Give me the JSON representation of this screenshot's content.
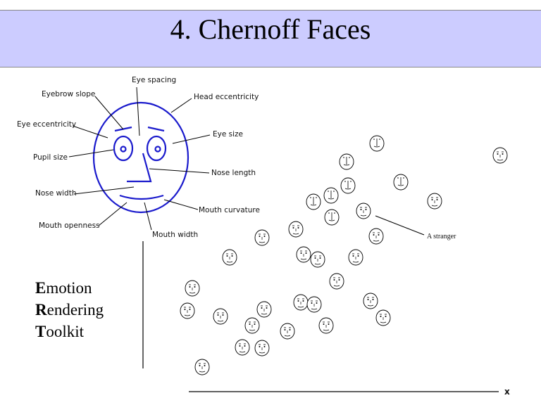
{
  "slide": {
    "title": "4. Chernoff Faces"
  },
  "face_labels": {
    "eye_spacing": "Eye spacing",
    "eyebrow_slope": "Eyebrow slope",
    "head_eccentricity": "Head eccentricity",
    "eye_eccentricity": "Eye eccentricity",
    "eye_size": "Eye size",
    "pupil_size": "Pupil size",
    "nose_length": "Nose length",
    "nose_width": "Nose width",
    "mouth_curvature": "Mouth curvature",
    "mouth_openness": "Mouth openness",
    "mouth_width": "Mouth width"
  },
  "acronym": [
    {
      "initial": "E",
      "rest": "motion"
    },
    {
      "initial": "R",
      "rest": "endering"
    },
    {
      "initial": "T",
      "rest": "oolkit"
    }
  ],
  "plot": {
    "annotation": "A stranger",
    "x_axis_label": "x"
  },
  "colors": {
    "title_band": "#ccccff",
    "face_stroke": "#1a1acc"
  }
}
